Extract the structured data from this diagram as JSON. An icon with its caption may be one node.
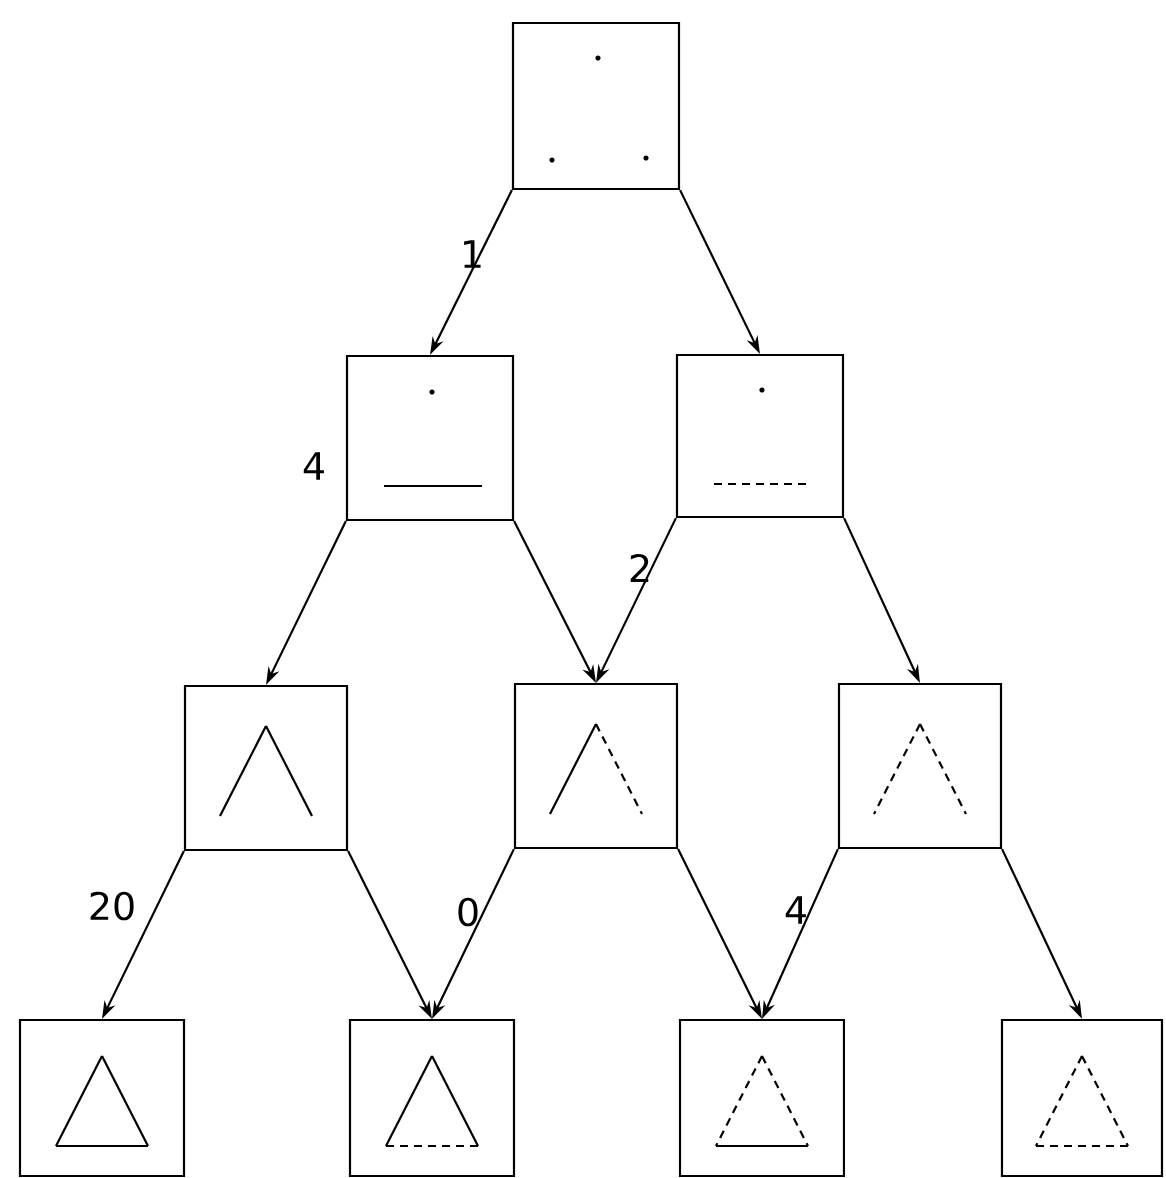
{
  "diagram": {
    "nodes": [
      {
        "text": [],
        "shape": "box"
      },
      {
        "text": [],
        "shape": "box"
      },
      {
        "text": [],
        "shape": "box"
      },
      {
        "text": [],
        "shape": "box"
      },
      {
        "text": [],
        "shape": "box"
      },
      {
        "text": [],
        "shape": "box"
      },
      {
        "text": [],
        "shape": "box"
      },
      {
        "text": [],
        "shape": "box"
      },
      {
        "text": [],
        "shape": "box"
      },
      {
        "text": [],
        "shape": "box"
      }
    ],
    "edges": [
      {
        "from": 0,
        "to": 1,
        "arrow": "to",
        "label": "1"
      },
      {
        "from": 0,
        "to": 2,
        "arrow": "to"
      },
      {
        "from": 1,
        "to": 3,
        "arrow": "to",
        "label": "4"
      },
      {
        "from": 1,
        "to": 4,
        "arrow": "to"
      },
      {
        "from": 2,
        "to": 4,
        "arrow": "to",
        "label": "2"
      },
      {
        "from": 2,
        "to": 5,
        "arrow": "to"
      },
      {
        "from": 3,
        "to": 6,
        "arrow": "to",
        "label": "20"
      },
      {
        "from": 3,
        "to": 7,
        "arrow": "to"
      },
      {
        "from": 4,
        "to": 7,
        "arrow": "to",
        "label": "0"
      },
      {
        "from": 4,
        "to": 8,
        "arrow": "to"
      },
      {
        "from": 5,
        "to": 8,
        "arrow": "to",
        "label": "4"
      },
      {
        "from": 5,
        "to": 9,
        "arrow": "to"
      }
    ]
  }
}
